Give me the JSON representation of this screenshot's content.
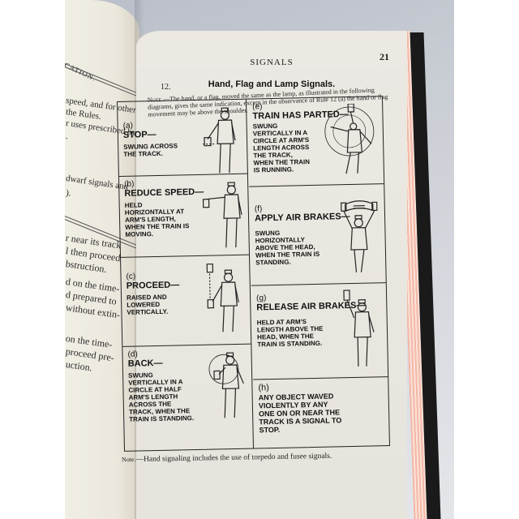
{
  "left_page": {
    "header_fragment": "CATION.",
    "lines": [
      "speed, and for other",
      "the Rules.",
      "r uses prescribed by",
      ".",
      "dwarf signals and",
      ").",
      "r near its track",
      "l then proceed",
      "bstruction.",
      "d on the time-",
      "d prepared to",
      "without extin-",
      "on the time-",
      "proceed pre-",
      "uction."
    ]
  },
  "right_page": {
    "running_head": "SIGNALS",
    "page_number": "21",
    "rule_number": "12.",
    "section_title": "Hand, Flag and Lamp Signals.",
    "intro_note_label": "Note.",
    "intro_note": "—The hand, or a flag, moved the same as the lamp, as illustrated in the following diagrams, gives the same indication, except in the observance of Rule 12 (a) the hand or flag movement may be above the shoulder.",
    "signals_left": [
      {
        "letter": "(a)",
        "name": "STOP—",
        "description": "SWUNG ACROSS THE TRACK.",
        "figure": "trainman-swinging-lamp-across-track"
      },
      {
        "letter": "(b)",
        "name": "REDUCE SPEED—",
        "description": "HELD HORIZONTALLY AT ARM'S LENGTH, WHEN THE TRAIN IS MOVING.",
        "figure": "trainman-lamp-held-horizontally"
      },
      {
        "letter": "(c)",
        "name": "PROCEED—",
        "description": "RAISED AND LOWERED VERTICALLY.",
        "figure": "trainman-lamp-raised-lowered"
      },
      {
        "letter": "(d)",
        "name": "BACK—",
        "description": "SWUNG VERTICALLY IN A CIRCLE AT HALF ARM'S LENGTH ACROSS THE TRACK, WHEN THE TRAIN IS STANDING.",
        "figure": "trainman-lamp-half-circle"
      }
    ],
    "signals_right": [
      {
        "letter": "(e)",
        "name": "TRAIN HAS PARTED—",
        "description": "SWUNG VERTICALLY IN A CIRCLE AT ARM'S LENGTH ACROSS THE TRACK, WHEN THE TRAIN IS RUNNING.",
        "figure": "trainman-lamp-full-circle"
      },
      {
        "letter": "(f)",
        "name": "APPLY AIR BRAKES—",
        "description": "SWUNG HORIZONTALLY ABOVE THE HEAD, WHEN THE TRAIN IS STANDING.",
        "figure": "trainman-lamp-above-head"
      },
      {
        "letter": "(g)",
        "name": "RELEASE AIR BRAKES—",
        "description": "HELD AT ARM'S LENGTH ABOVE THE HEAD, WHEN THE TRAIN IS STANDING.",
        "figure": "trainman-lamp-held-up"
      },
      {
        "letter": "(h)",
        "name": "",
        "description": "ANY OBJECT WAVED VIOLENTLY BY ANY ONE ON OR NEAR THE TRACK IS A SIGNAL TO STOP.",
        "figure": ""
      }
    ],
    "footer_note_label": "Note.",
    "footer_note": "—Hand signaling includes the use of torpedo and fusee signals."
  },
  "colors": {
    "paper": "#e8e6de",
    "ink": "#111111",
    "fore_edge": "#f4b8a8",
    "cover": "#1a1a1a",
    "background": "#ffffff"
  }
}
